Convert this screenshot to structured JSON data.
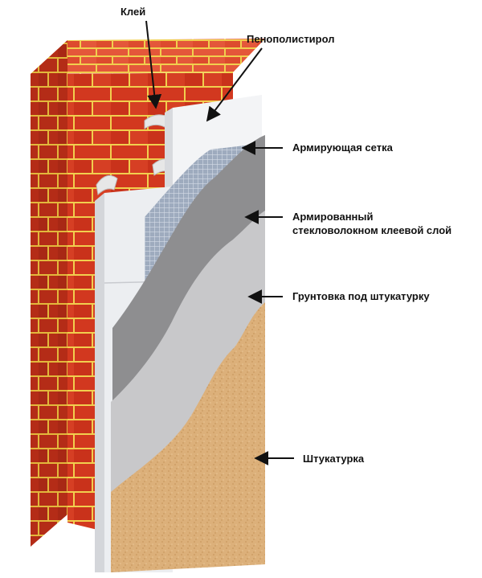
{
  "labels": {
    "glue": "Клей",
    "foam": "Пенополистирол",
    "mesh": "Армирующая сетка",
    "base_coat_line1": "Армированный",
    "base_coat_line2": "стекловолокном клеевой слой",
    "primer": "Грунтовка под штукатурку",
    "plaster": "Штукатурка"
  },
  "colors": {
    "brick": "#d2381f",
    "mortar": "#f1cf4e",
    "foam": "#f3f4f6",
    "mesh": "#a9b6c8",
    "base_coat": "#8e8e90",
    "primer": "#c8c8ca",
    "plaster": "#dcb07a",
    "arrow": "#111111"
  }
}
